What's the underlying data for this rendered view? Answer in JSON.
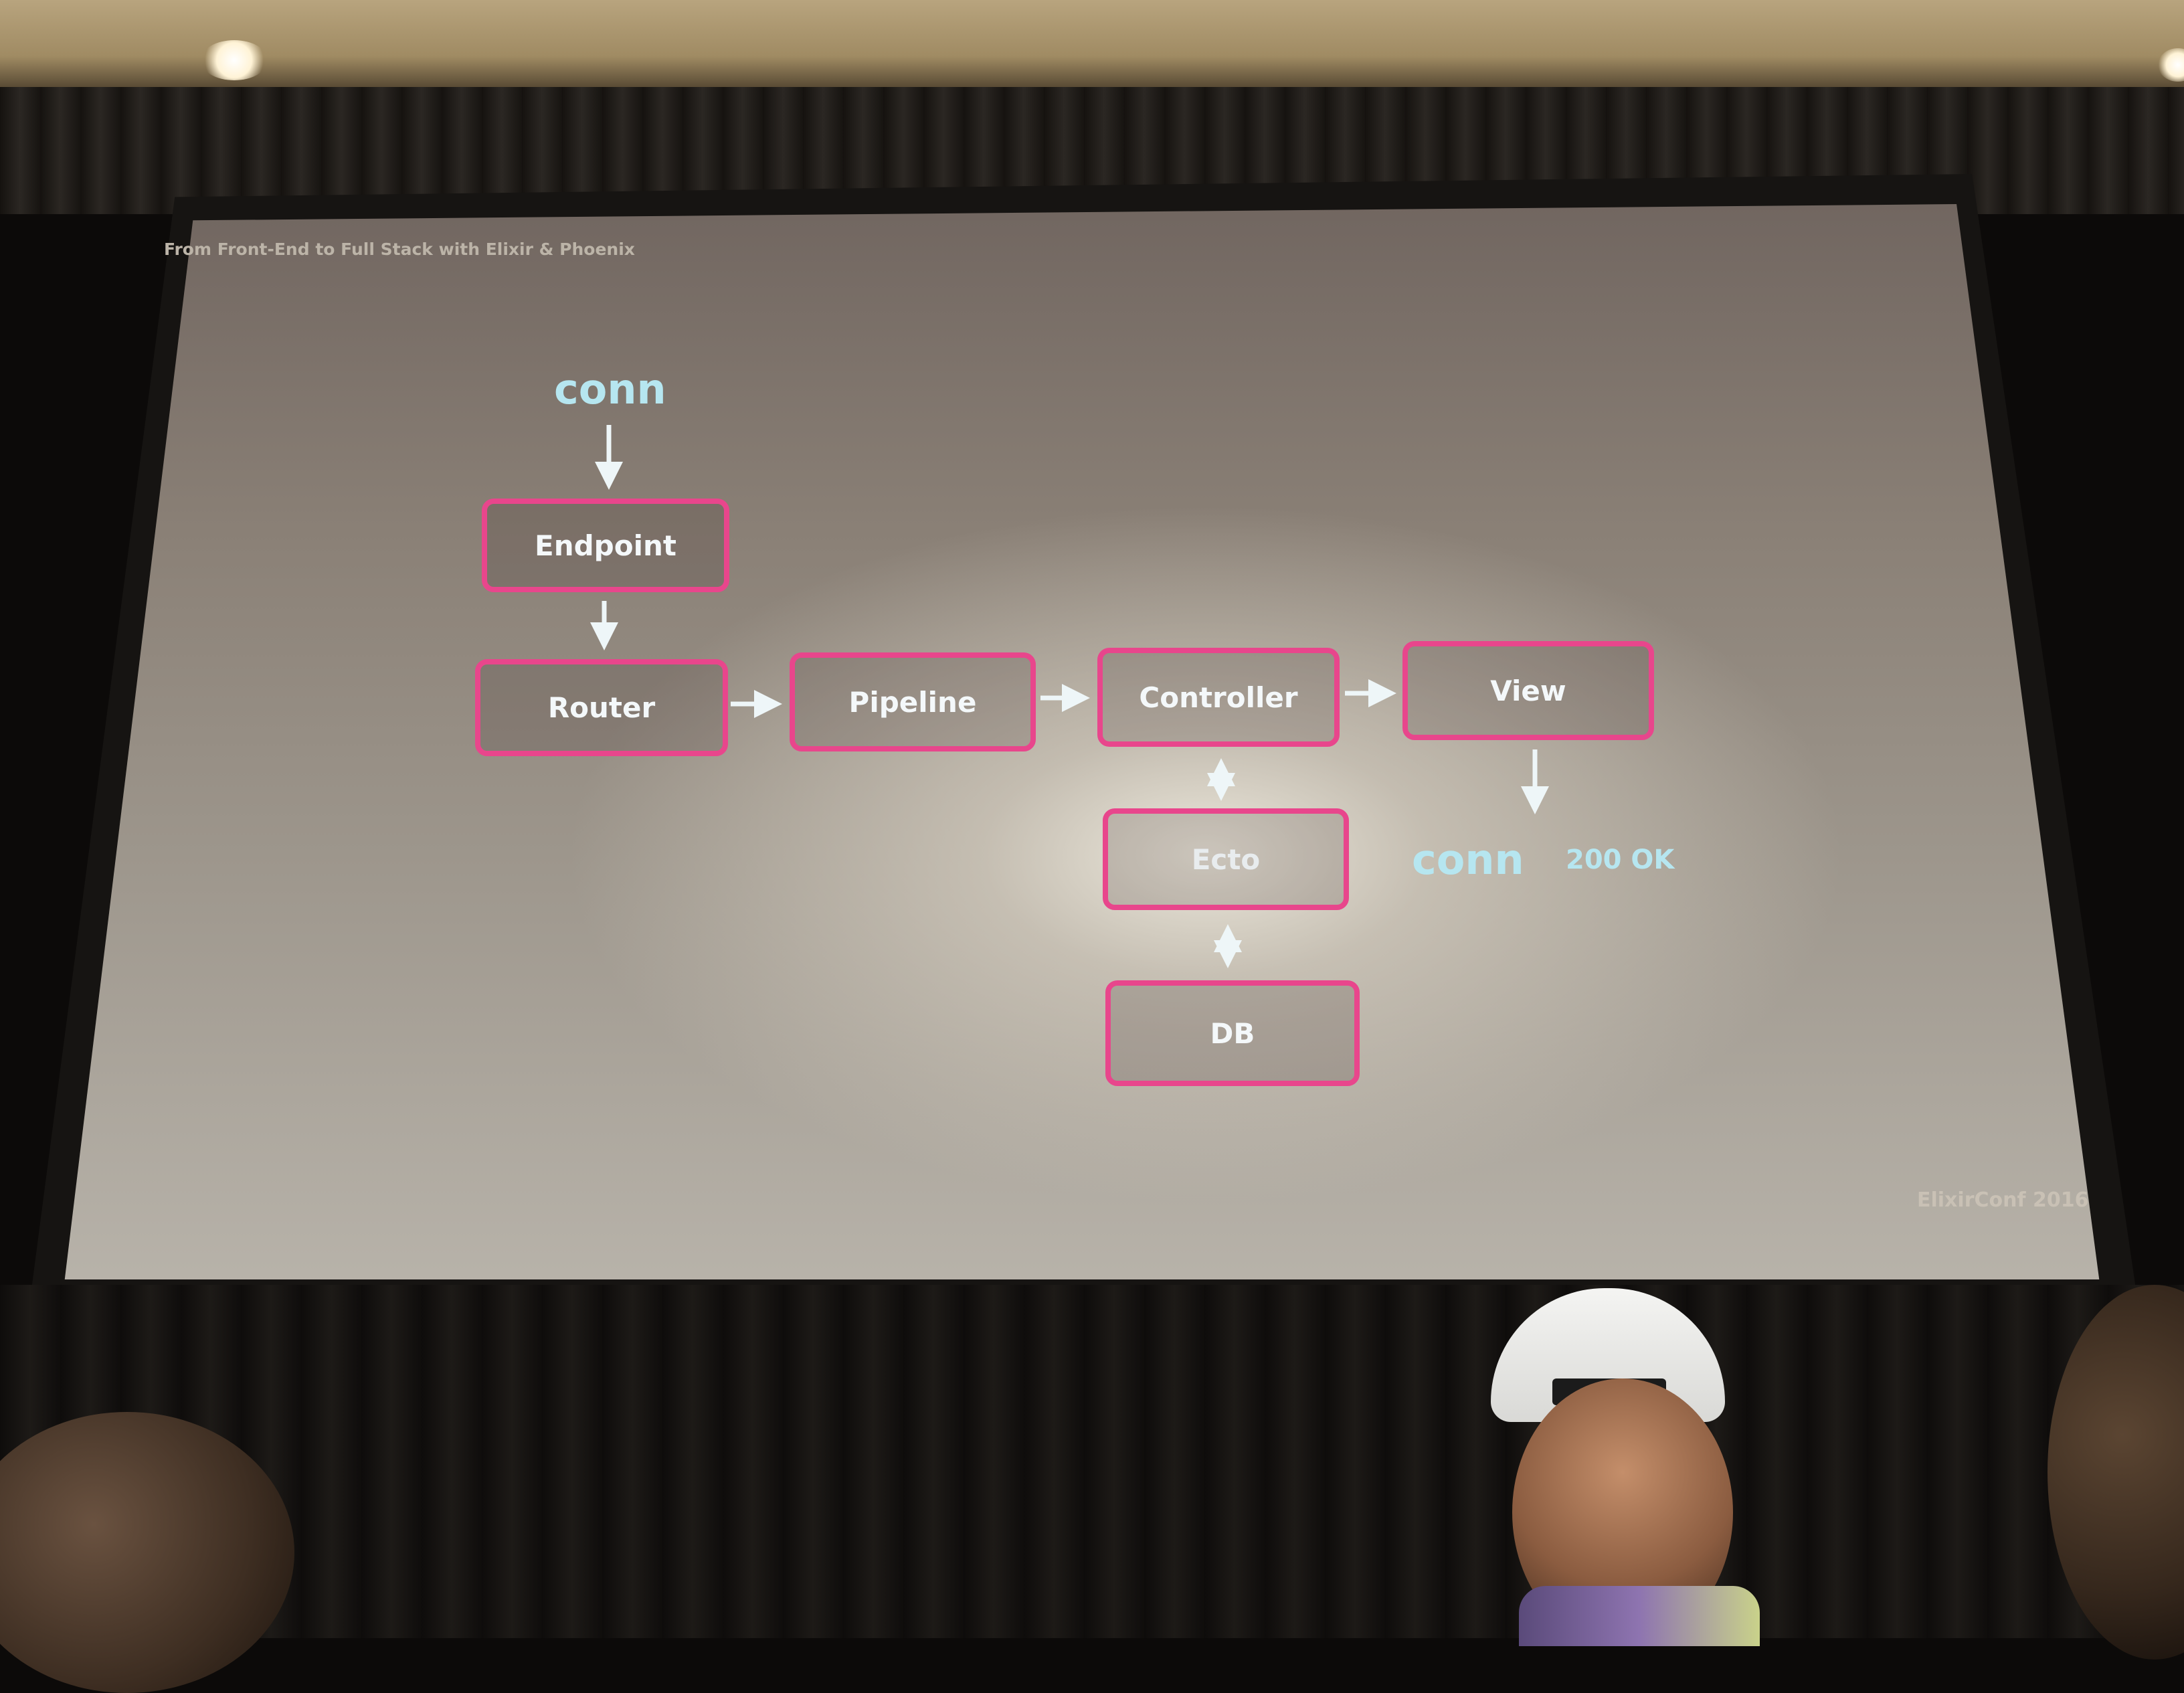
{
  "slide": {
    "title": "From Front-End to Full Stack with Elixir & Phoenix",
    "footer": "ElixirConf 2016",
    "accent_color": "#e8468c",
    "text_color": "#b6e6f0"
  },
  "diagram": {
    "input_label": "conn",
    "output_label": "conn",
    "output_status": "200 OK",
    "nodes": [
      {
        "id": "endpoint",
        "label": "Endpoint"
      },
      {
        "id": "router",
        "label": "Router"
      },
      {
        "id": "pipeline",
        "label": "Pipeline"
      },
      {
        "id": "controller",
        "label": "Controller"
      },
      {
        "id": "view",
        "label": "View"
      },
      {
        "id": "ecto",
        "label": "Ecto"
      },
      {
        "id": "db",
        "label": "DB"
      }
    ],
    "edges": [
      {
        "from": "conn",
        "to": "endpoint",
        "direction": "one-way"
      },
      {
        "from": "endpoint",
        "to": "router",
        "direction": "one-way"
      },
      {
        "from": "router",
        "to": "pipeline",
        "direction": "one-way"
      },
      {
        "from": "pipeline",
        "to": "controller",
        "direction": "one-way"
      },
      {
        "from": "controller",
        "to": "view",
        "direction": "one-way"
      },
      {
        "from": "controller",
        "to": "ecto",
        "direction": "two-way"
      },
      {
        "from": "ecto",
        "to": "db",
        "direction": "two-way"
      },
      {
        "from": "view",
        "to": "conn",
        "direction": "one-way"
      }
    ]
  }
}
